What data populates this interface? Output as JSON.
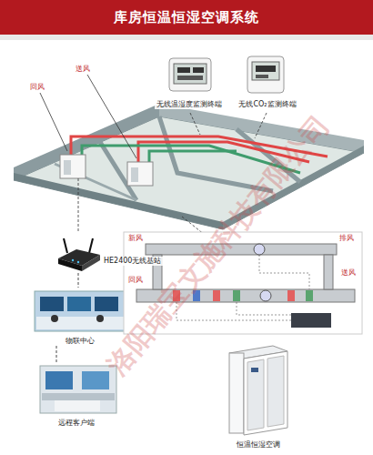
{
  "diagram": {
    "title": "库房恒温恒湿空调系统",
    "nodes": [
      {
        "text": [
          "无线温湿度监测终端"
        ]
      },
      {
        "text": [
          "无线CO₂监测终端"
        ]
      },
      {
        "text": [
          "HE2400无线基站"
        ]
      },
      {
        "text": [
          "物联中心"
        ]
      },
      {
        "text": [
          "远程客户端"
        ]
      },
      {
        "text": [
          "恒温恒湿空调"
        ]
      }
    ],
    "edges": [
      {
        "from": 2,
        "to": 3,
        "arrow": "none"
      },
      {
        "from": 3,
        "to": 4,
        "arrow": "none"
      }
    ],
    "labels": [
      "回风",
      "送风",
      "新风",
      "排风",
      "送风",
      "回风",
      "洛阳瑞宝文施科技有限公司"
    ]
  }
}
